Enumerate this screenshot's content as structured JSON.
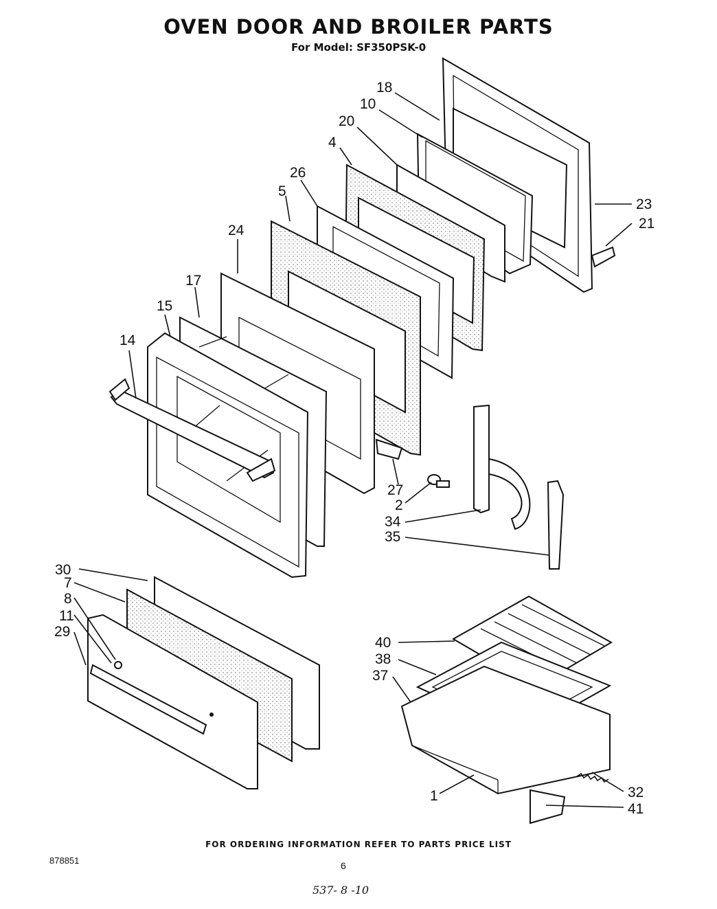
{
  "header": {
    "title": "OVEN DOOR AND BROILER PARTS",
    "model": "For Model: SF350PSK-0"
  },
  "callouts": [
    "18",
    "10",
    "20",
    "4",
    "26",
    "5",
    "24",
    "17",
    "15",
    "14",
    "23",
    "21",
    "27",
    "2",
    "34",
    "35",
    "30",
    "7",
    "8",
    "11",
    "29",
    "40",
    "38",
    "37",
    "1",
    "32",
    "41"
  ],
  "footer": {
    "ordering": "FOR ORDERING INFORMATION REFER TO PARTS PRICE LIST",
    "doc_number": "878851",
    "page": "6",
    "handwritten": "537- 8 -10"
  }
}
